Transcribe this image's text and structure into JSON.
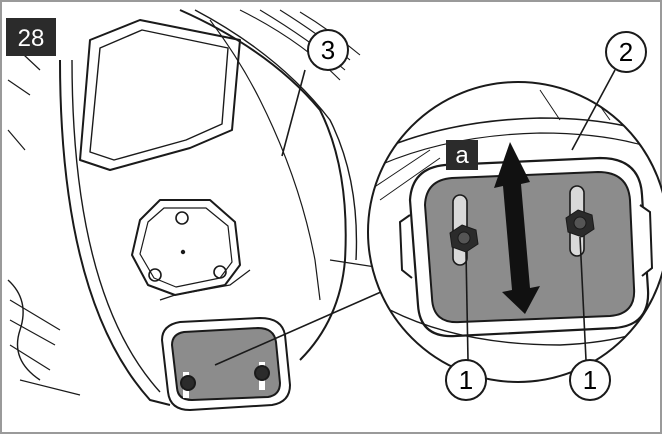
{
  "figure": {
    "number": "28",
    "label_a": "a",
    "callouts": {
      "c1_left": "1",
      "c1_right": "1",
      "c2": "2",
      "c3": "3"
    }
  },
  "colors": {
    "line": "#1a1a1a",
    "plate_fill": "#8c8c8c",
    "plate_light": "#bdbdbd",
    "badge_bg": "#2b2b2b",
    "frame": "#9a9a9a"
  }
}
